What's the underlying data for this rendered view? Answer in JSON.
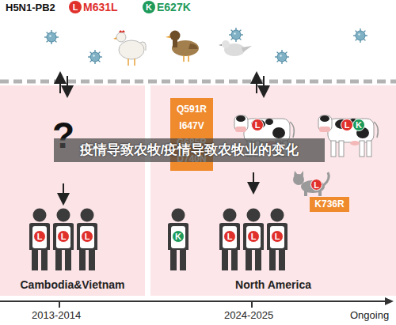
{
  "diagram": {
    "title": "H5N1-PB2",
    "nodes": [
      {
        "text": [
          "Cambodia&Vietnam"
        ]
      },
      {
        "text": [
          "North America"
        ]
      },
      {
        "text": [
          "Q591R I647V G685R D740N"
        ],
        "in": 1
      },
      {
        "text": [
          "L"
        ],
        "in": 1
      },
      {
        "text": [
          "L"
        ],
        "in": 1
      },
      {
        "text": [
          "K"
        ],
        "in": 1
      },
      {
        "text": [
          "L"
        ],
        "in": 1
      },
      {
        "text": [
          "K736R"
        ],
        "in": 1
      },
      {
        "text": [
          "L"
        ],
        "in": 0
      },
      {
        "text": [
          "L"
        ],
        "in": 0
      },
      {
        "text": [
          "L"
        ],
        "in": 0
      },
      {
        "text": [
          "K"
        ],
        "in": 1
      },
      {
        "text": [
          "L"
        ],
        "in": 1
      },
      {
        "text": [
          "L"
        ],
        "in": 1
      },
      {
        "text": [
          "L"
        ],
        "in": 1
      }
    ],
    "labels": [
      "L",
      "K",
      "?",
      "2013-2014",
      "2024-2025",
      "Ongoing",
      "疫情导致农牧/疫情导致农牧业的变化"
    ],
    "legend": [
      {
        "text": "M631L",
        "color": "#e0302c"
      },
      {
        "text": "E627K",
        "color": "#1e9b5b"
      }
    ]
  }
}
